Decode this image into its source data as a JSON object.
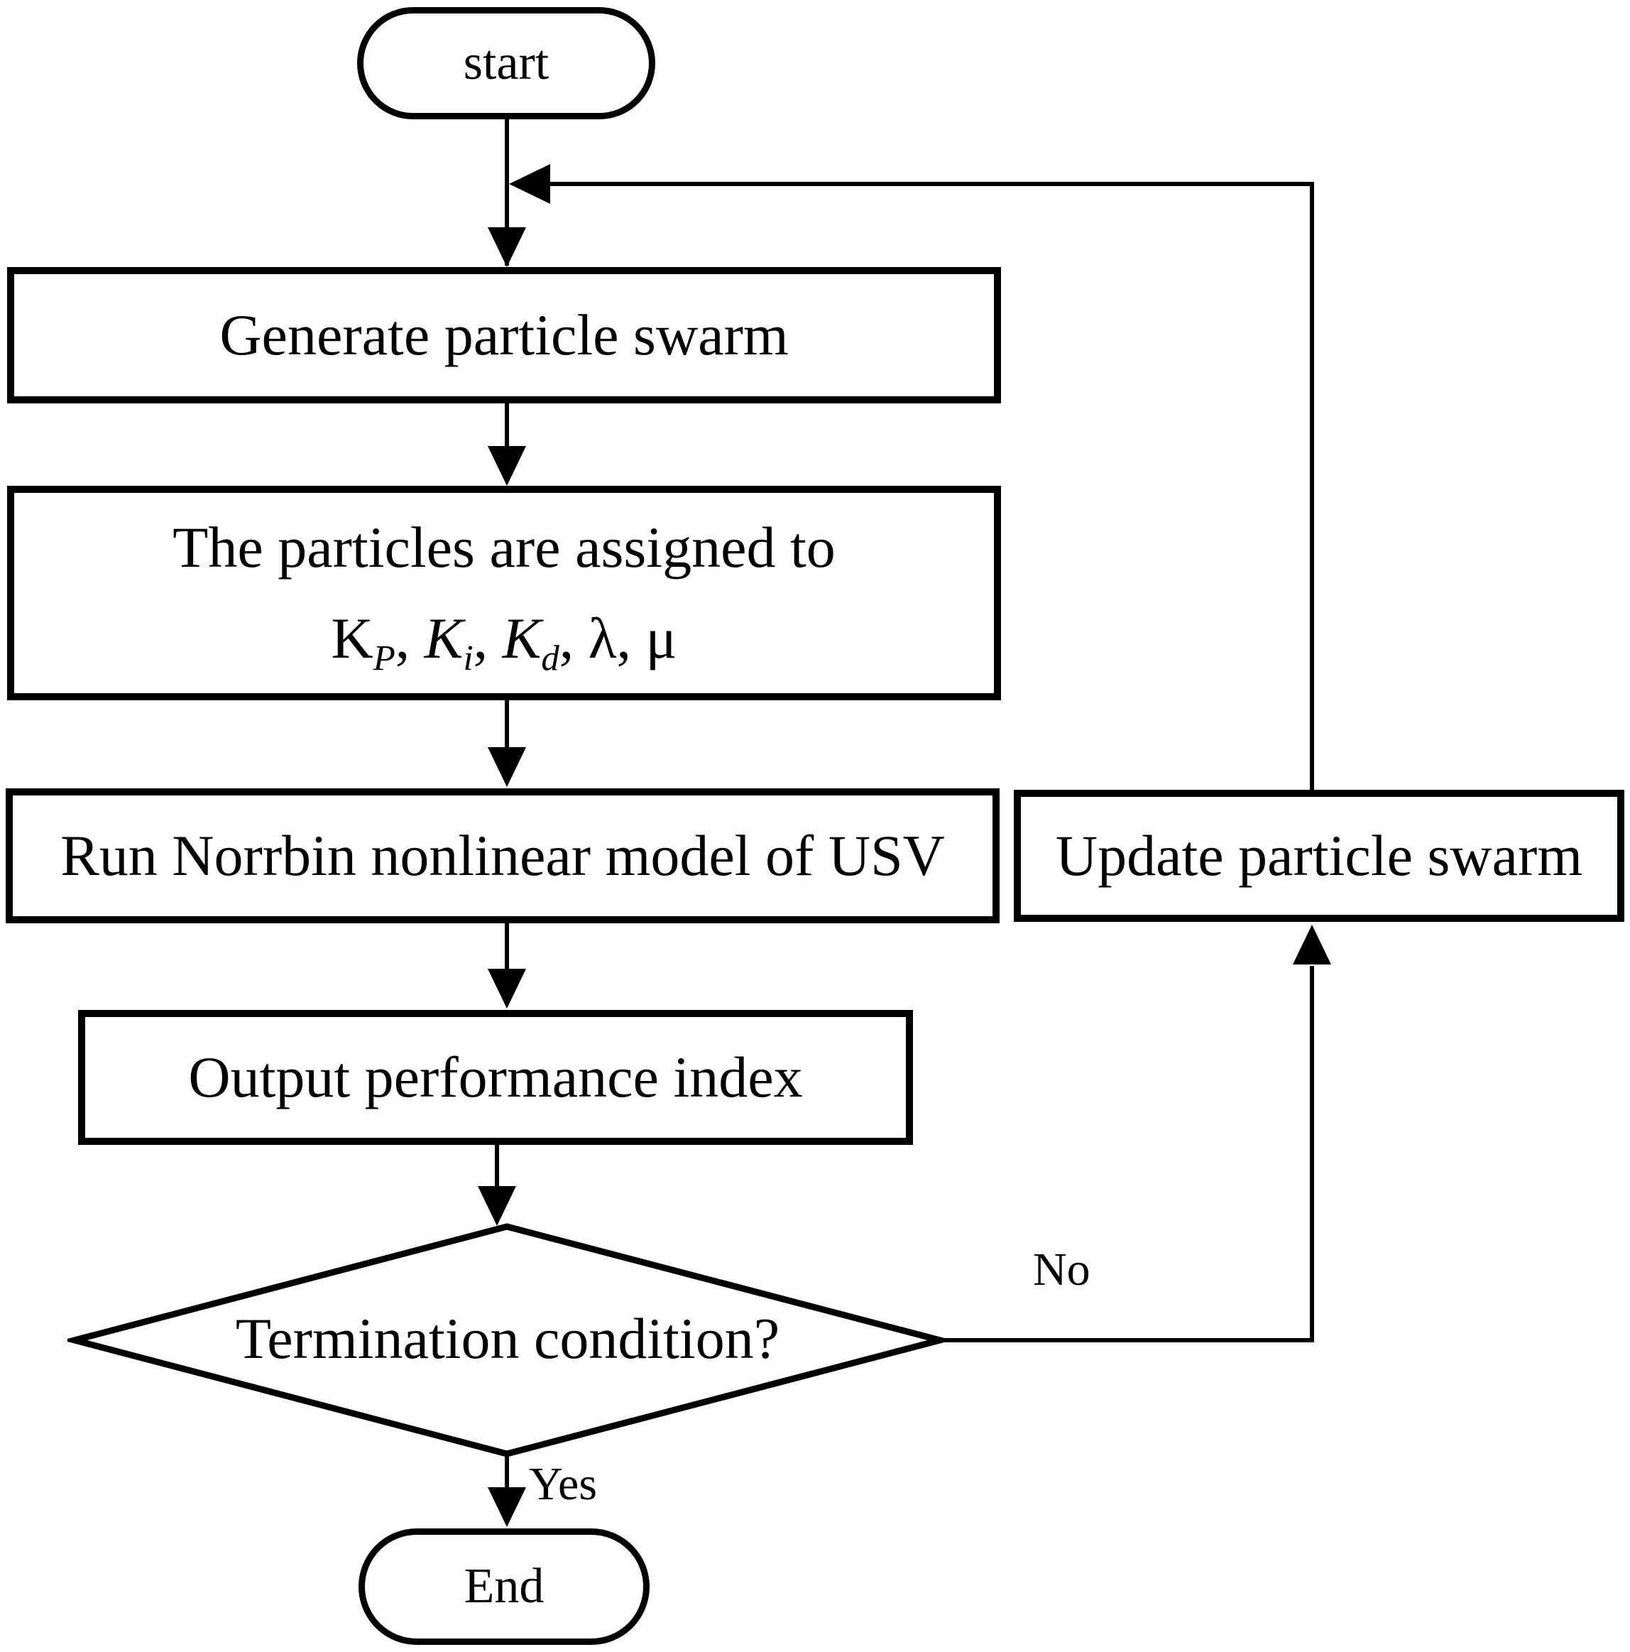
{
  "flowchart": {
    "nodes": {
      "start": {
        "label": "start"
      },
      "generate": {
        "label": "Generate particle swarm"
      },
      "assign": {
        "line1": "The particles are assigned to",
        "k1_base": "K",
        "k1_sub": "P",
        "k2_base": "K",
        "k2_sub": "i",
        "k3_base": "K",
        "k3_sub": "d",
        "lambda": "λ",
        "mu": "μ",
        "comma": ", "
      },
      "run": {
        "label": "Run Norrbin nonlinear model of USV"
      },
      "output": {
        "label": "Output performance index"
      },
      "decision": {
        "label": "Termination condition?"
      },
      "update": {
        "label": "Update particle swarm"
      },
      "end": {
        "label": "End"
      }
    },
    "edge_labels": {
      "no": "No",
      "yes": "Yes"
    },
    "colors": {
      "background": "#ffffff",
      "line": "#000000",
      "text": "#000000"
    }
  }
}
